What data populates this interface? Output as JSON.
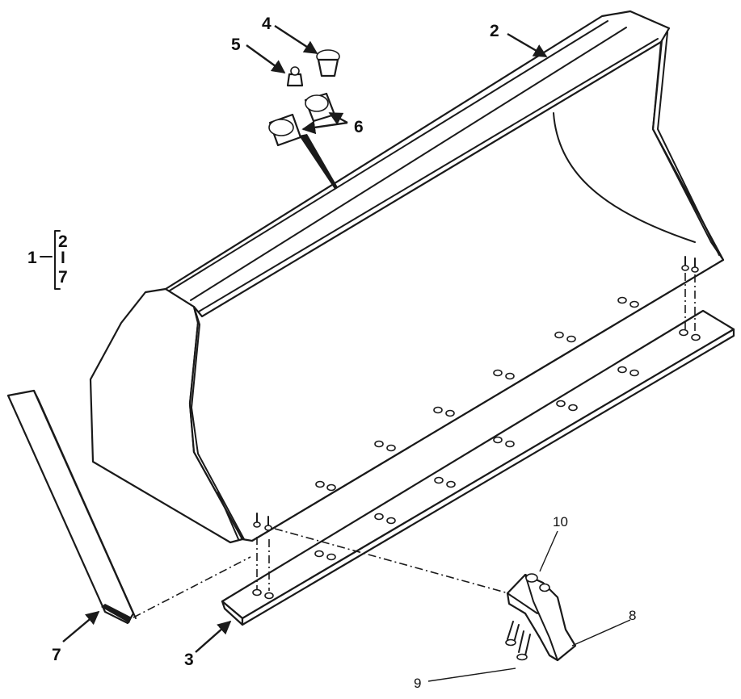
{
  "callouts": {
    "c1": "1",
    "c2": "2",
    "c3": "3",
    "c4": "4",
    "c5": "5",
    "c6": "6",
    "c7": "7",
    "c8": "8",
    "c9": "9",
    "c10": "10"
  },
  "assembly_key": {
    "top": "2",
    "dash": "I",
    "bottom": "7"
  },
  "colors": {
    "line": "#1a1a1a",
    "paper": "#ffffff"
  }
}
